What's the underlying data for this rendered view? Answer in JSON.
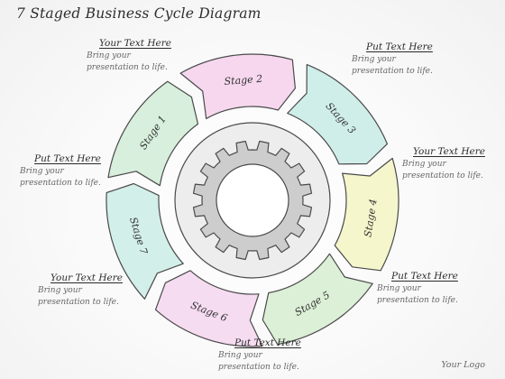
{
  "title": "7 Staged Business Cycle Diagram",
  "stages": [
    {
      "label": "Stage 1",
      "color": "#d7efdc"
    },
    {
      "label": "Stage 2",
      "color": "#f6d7ee"
    },
    {
      "label": "Stage 3",
      "color": "#cfeeea"
    },
    {
      "label": "Stage 4",
      "color": "#f6f6cc"
    },
    {
      "label": "Stage 5",
      "color": "#dcefd7"
    },
    {
      "label": "Stage 6",
      "color": "#f6dcf1"
    },
    {
      "label": "Stage 7",
      "color": "#d3efe9"
    }
  ],
  "callouts": [
    {
      "heading": "Your Text Here",
      "line1": "Bring your",
      "line2": "presentation to life."
    },
    {
      "heading": "Put Text Here",
      "line1": "Bring your",
      "line2": "presentation to life."
    },
    {
      "heading": "Your Text Here",
      "line1": "Bring your",
      "line2": "presentation to life."
    },
    {
      "heading": "Put Text Here",
      "line1": "Bring your",
      "line2": "presentation to life."
    },
    {
      "heading": "Put Text Here",
      "line1": "Bring your",
      "line2": "presentation to life."
    },
    {
      "heading": "Your Text Here",
      "line1": "Bring your",
      "line2": "presentation to life."
    },
    {
      "heading": "Put Text Here",
      "line1": "Bring your",
      "line2": "presentation to life."
    }
  ],
  "logo": "Your Logo",
  "colors": {
    "outline": "#4a4a4a",
    "inner_ring": "#ededed",
    "gear": "#cdcdcd"
  }
}
